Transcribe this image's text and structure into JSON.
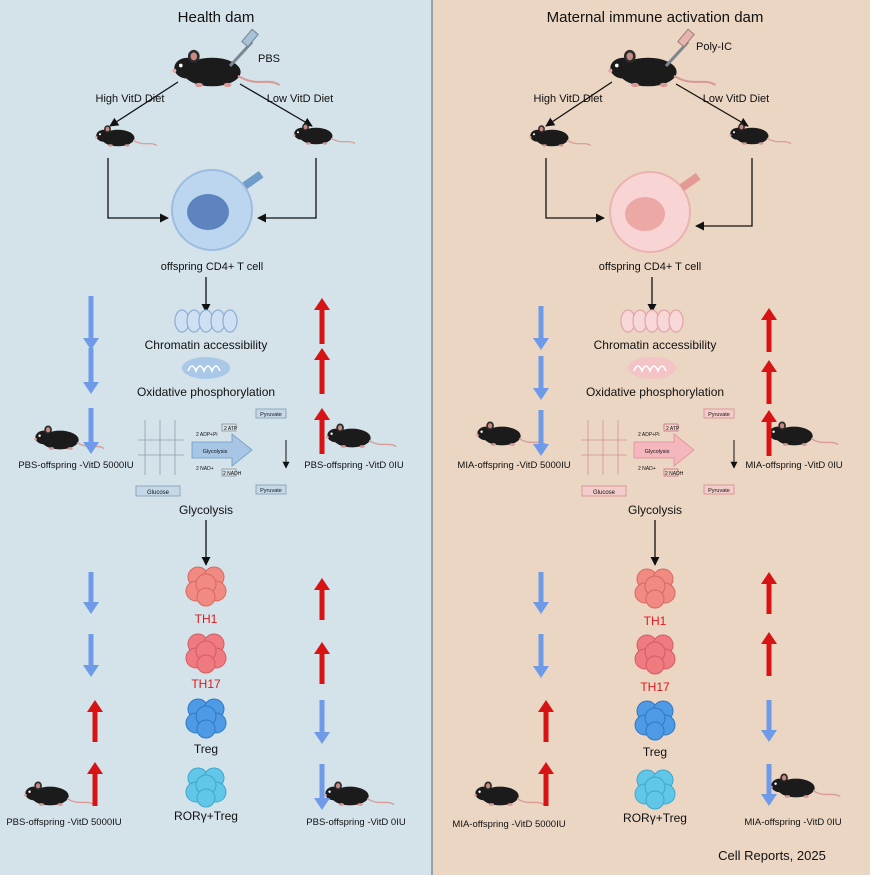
{
  "colors": {
    "left_bg": "#d4e2ea",
    "right_bg": "#ebd5c3",
    "down_arrow": "#6f9ae8",
    "up_arrow": "#d81313",
    "th_label": "#e0191c"
  },
  "left": {
    "title": "Health dam",
    "injection": "PBS",
    "diet_high": "High VitD Diet",
    "diet_low": "Low VitD Diet",
    "cell_label": "offspring CD4+ T cell",
    "chromatin": "Chromatin accessibility",
    "oxphos": "Oxidative phosphorylation",
    "glycolysis": "Glycolysis",
    "offspring_high": "PBS-offspring -VitD 5000IU",
    "offspring_low": "PBS-offspring -VitD 0IU"
  },
  "right": {
    "title": "Maternal immune activation dam",
    "injection": "Poly-IC",
    "diet_high": "High VitD Diet",
    "diet_low": "Low VitD Diet",
    "cell_label": "offspring CD4+ T cell",
    "chromatin": "Chromatin accessibility",
    "oxphos": "Oxidative phosphorylation",
    "glycolysis": "Glycolysis",
    "offspring_high": "MIA-offspring -VitD 5000IU",
    "offspring_low": "MIA-offspring -VitD 0IU"
  },
  "glycolysis_diagram": {
    "pyruvate": "Pyruvate",
    "glucose": "Glucose",
    "glycolysis_arrow": "Glycolysis",
    "atp": "2 ATP",
    "nadh": "2 NADH",
    "adp": "2 ADP+Pi",
    "nad": "2 NAD+"
  },
  "cells": {
    "th1": "TH1",
    "th17": "TH17",
    "treg": "Treg",
    "roryt_treg": "RORγ+Treg"
  },
  "citation": "Cell Reports, 2025"
}
